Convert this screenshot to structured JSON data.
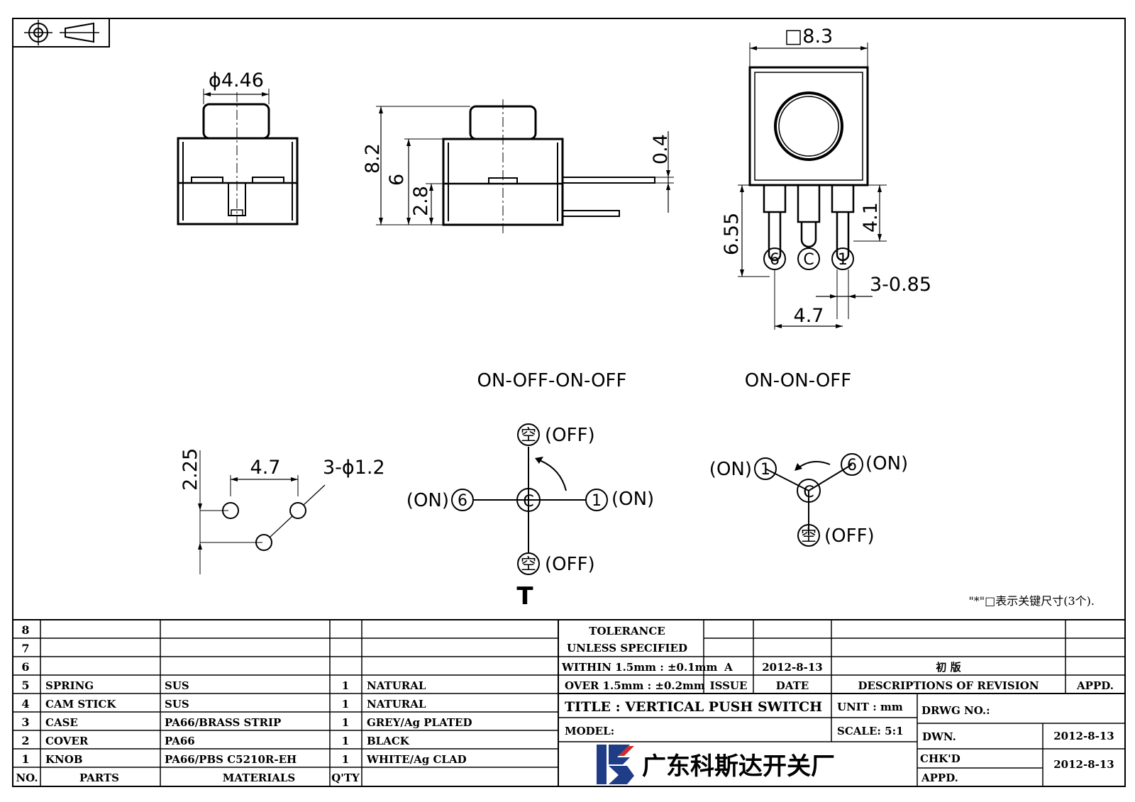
{
  "dimensions": {
    "knob_diameter": "ϕ4.46",
    "height_total": "8.2",
    "height_body": "6",
    "height_base": "2.8",
    "terminal_thickness": "0.4",
    "body_square": "□8.3",
    "pin_length": "6.55",
    "pin_protrude": "4.1",
    "pin_width": "3-0.85",
    "pin_pitch": "4.7",
    "hole_offset_y": "2.25",
    "hole_pitch": "4.7",
    "hole_diameter": "3-ϕ1.2"
  },
  "pin_labels": {
    "six": "6",
    "c": "C",
    "one": "1"
  },
  "schematic": {
    "left_title": "ON-OFF-ON-OFF",
    "right_title": "ON-ON-OFF",
    "on": "(ON)",
    "off": "(OFF)",
    "kong": "空",
    "c": "C",
    "one": "1",
    "six": "6",
    "type_mark": "T"
  },
  "note": "\"*\"□表示关键尺寸(3个).",
  "parts_table": {
    "rows": [
      {
        "no": "8",
        "part": "",
        "material": "",
        "qty": "",
        "finish": ""
      },
      {
        "no": "7",
        "part": "",
        "material": "",
        "qty": "",
        "finish": ""
      },
      {
        "no": "6",
        "part": "",
        "material": "",
        "qty": "",
        "finish": ""
      },
      {
        "no": "5",
        "part": "SPRING",
        "material": "SUS",
        "qty": "1",
        "finish": "NATURAL"
      },
      {
        "no": "4",
        "part": "CAM STICK",
        "material": "SUS",
        "qty": "1",
        "finish": "NATURAL"
      },
      {
        "no": "3",
        "part": "CASE",
        "material": "PA66/BRASS STRIP",
        "qty": "1",
        "finish": "GREY/Ag PLATED"
      },
      {
        "no": "2",
        "part": "COVER",
        "material": "PA66",
        "qty": "1",
        "finish": "BLACK"
      },
      {
        "no": "1",
        "part": "KNOB",
        "material": "PA66/PBS C5210R-EH",
        "qty": "1",
        "finish": "WHITE/Ag CLAD"
      }
    ],
    "header": {
      "no": "NO.",
      "part": "PARTS",
      "material": "MATERIALS",
      "qty": "Q'TY"
    }
  },
  "title_block": {
    "tolerance": "TOLERANCE",
    "unless": "UNLESS  SPECIFIED",
    "within": "WITHIN 1.5mm : ±0.1mm",
    "over": "OVER 1.5mm : ±0.2mm",
    "issue_value": "A",
    "date_value": "2012-8-13",
    "revision_value": "初  版",
    "issue_label": "ISSUE",
    "date_label": "DATE",
    "desc_label": "DESCRIPTIONS OF REVISION",
    "appd_label": "APPD.",
    "title": "TITLE :  VERTICAL PUSH SWITCH",
    "unit": "UNIT :  mm",
    "drwg": "DRWG NO.:",
    "model": "MODEL:",
    "scale": "SCALE:  5:1",
    "dwn": "DWN.",
    "dwn_date": "2012-8-13",
    "chkd": "CHK'D",
    "chkd_date": "2012-8-13",
    "appd": "APPD.",
    "company": "广东科斯达开关厂"
  }
}
